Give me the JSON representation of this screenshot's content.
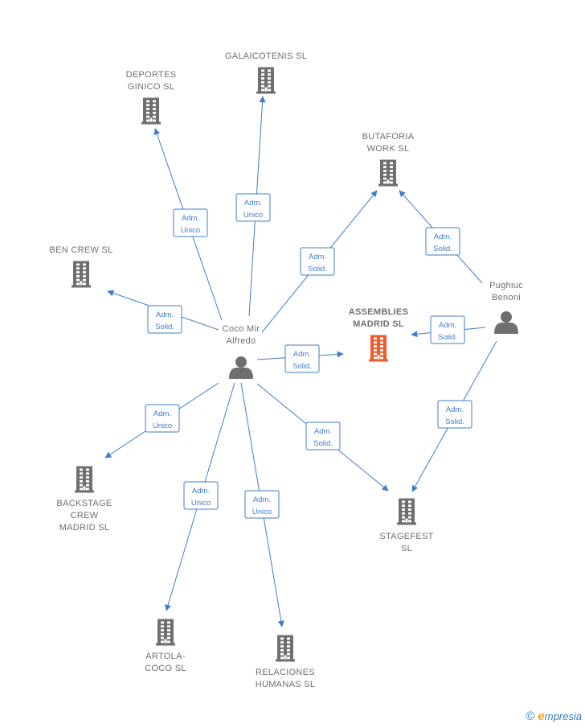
{
  "colors": {
    "edge": "#3d7dca",
    "company": "#6f6f6f",
    "focus_company": "#f05a28",
    "person": "#6f6f6f"
  },
  "nodes": [
    {
      "id": "galaicotenis",
      "type": "company",
      "label": [
        "GALAICOTENIS SL"
      ]
    },
    {
      "id": "deportes",
      "type": "company",
      "label": [
        "DEPORTES",
        "GINICO SL"
      ]
    },
    {
      "id": "butaforia",
      "type": "company",
      "label": [
        "BUTAFORIA",
        "WORK SL"
      ]
    },
    {
      "id": "bencrew",
      "type": "company",
      "label": [
        "BEN CREW SL"
      ]
    },
    {
      "id": "assemblies",
      "type": "company",
      "focus": true,
      "label": [
        "ASSEMBLIES",
        "MADRID SL"
      ]
    },
    {
      "id": "pughiuc",
      "type": "person",
      "label": [
        "Pughiuc",
        "Benoni"
      ]
    },
    {
      "id": "coco",
      "type": "person",
      "label": [
        "Coco Mir",
        "Alfredo"
      ]
    },
    {
      "id": "backstage",
      "type": "company",
      "label": [
        "BACKSTAGE",
        "CREW",
        "MADRID SL"
      ]
    },
    {
      "id": "stagefest",
      "type": "company",
      "label": [
        "STAGEFEST",
        "SL"
      ]
    },
    {
      "id": "artola",
      "type": "company",
      "label": [
        "ARTOLA-",
        "COCO SL"
      ]
    },
    {
      "id": "relaciones",
      "type": "company",
      "label": [
        "RELACIONES",
        "HUMANAS SL"
      ]
    }
  ],
  "edges": [
    {
      "from": "coco",
      "to": "deportes",
      "label": [
        "Adm.",
        "Unico"
      ]
    },
    {
      "from": "coco",
      "to": "galaicotenis",
      "label": [
        "Adm.",
        "Unico"
      ]
    },
    {
      "from": "coco",
      "to": "butaforia",
      "label": [
        "Adm.",
        "Solid."
      ]
    },
    {
      "from": "coco",
      "to": "bencrew",
      "label": [
        "Adm.",
        "Solid."
      ]
    },
    {
      "from": "coco",
      "to": "assemblies",
      "label": [
        "Adm.",
        "Solid."
      ]
    },
    {
      "from": "coco",
      "to": "backstage",
      "label": [
        "Adm.",
        "Unico"
      ]
    },
    {
      "from": "coco",
      "to": "stagefest",
      "label": [
        "Adm.",
        "Solid."
      ]
    },
    {
      "from": "coco",
      "to": "artola",
      "label": [
        "Adm.",
        "Unico"
      ]
    },
    {
      "from": "coco",
      "to": "relaciones",
      "label": [
        "Adm.",
        "Unico"
      ]
    },
    {
      "from": "pughiuc",
      "to": "butaforia",
      "label": [
        "Adm.",
        "Solid."
      ]
    },
    {
      "from": "pughiuc",
      "to": "assemblies",
      "label": [
        "Adm.",
        "Solid."
      ]
    },
    {
      "from": "pughiuc",
      "to": "stagefest",
      "label": [
        "Adm.",
        "Solid."
      ]
    }
  ],
  "footer": {
    "copyright_symbol": "©",
    "brand_initial": "e",
    "brand_rest": "mpresia"
  }
}
